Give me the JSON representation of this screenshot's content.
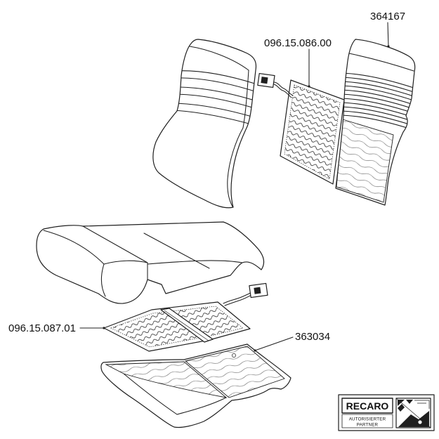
{
  "part_labels": {
    "backrest_foam": "364167",
    "backrest_heating_pad": "096.15.086.00",
    "seat_heating_pad": "096.15.087.01",
    "seat_foam": "363034"
  },
  "logo": {
    "brand": "RECARO",
    "line1": "AUTORISIERTER",
    "line2": "PARTNER"
  },
  "colors": {
    "line": "#1f1f1f",
    "background": "#ffffff"
  }
}
